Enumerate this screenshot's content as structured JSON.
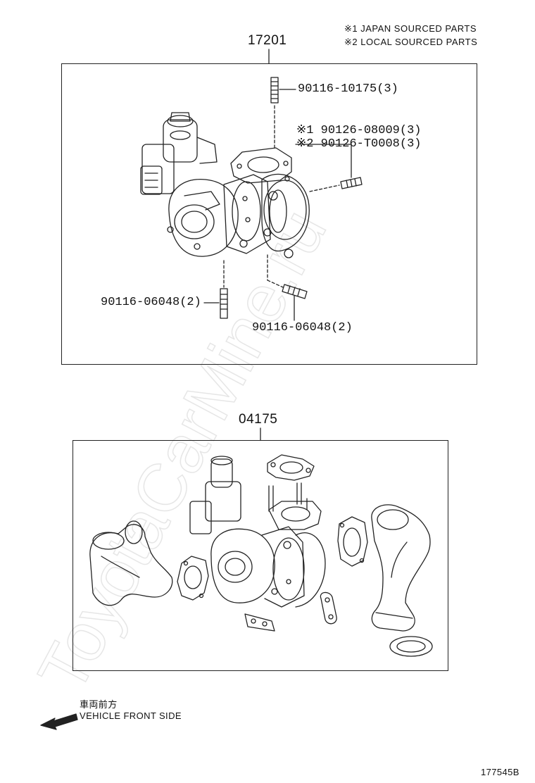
{
  "notes": {
    "line1": "※1 JAPAN SOURCED PARTS",
    "line2": "※2 LOCAL SOURCED PARTS"
  },
  "assembly1": {
    "ref": "17201",
    "parts": {
      "stud_top": "90116-10175(3)",
      "nut_japan": "※1 90126-08009(3)",
      "nut_local": "※2 90126-T0008(3)",
      "stud_left": "90116-06048(2)",
      "stud_bottom": "90116-06048(2)"
    }
  },
  "assembly2": {
    "ref": "04175"
  },
  "direction": {
    "jp": "車両前方",
    "en": "VEHICLE FRONT SIDE"
  },
  "figure_id": "177545B",
  "watermark": "ToyotaCarMine.ru"
}
